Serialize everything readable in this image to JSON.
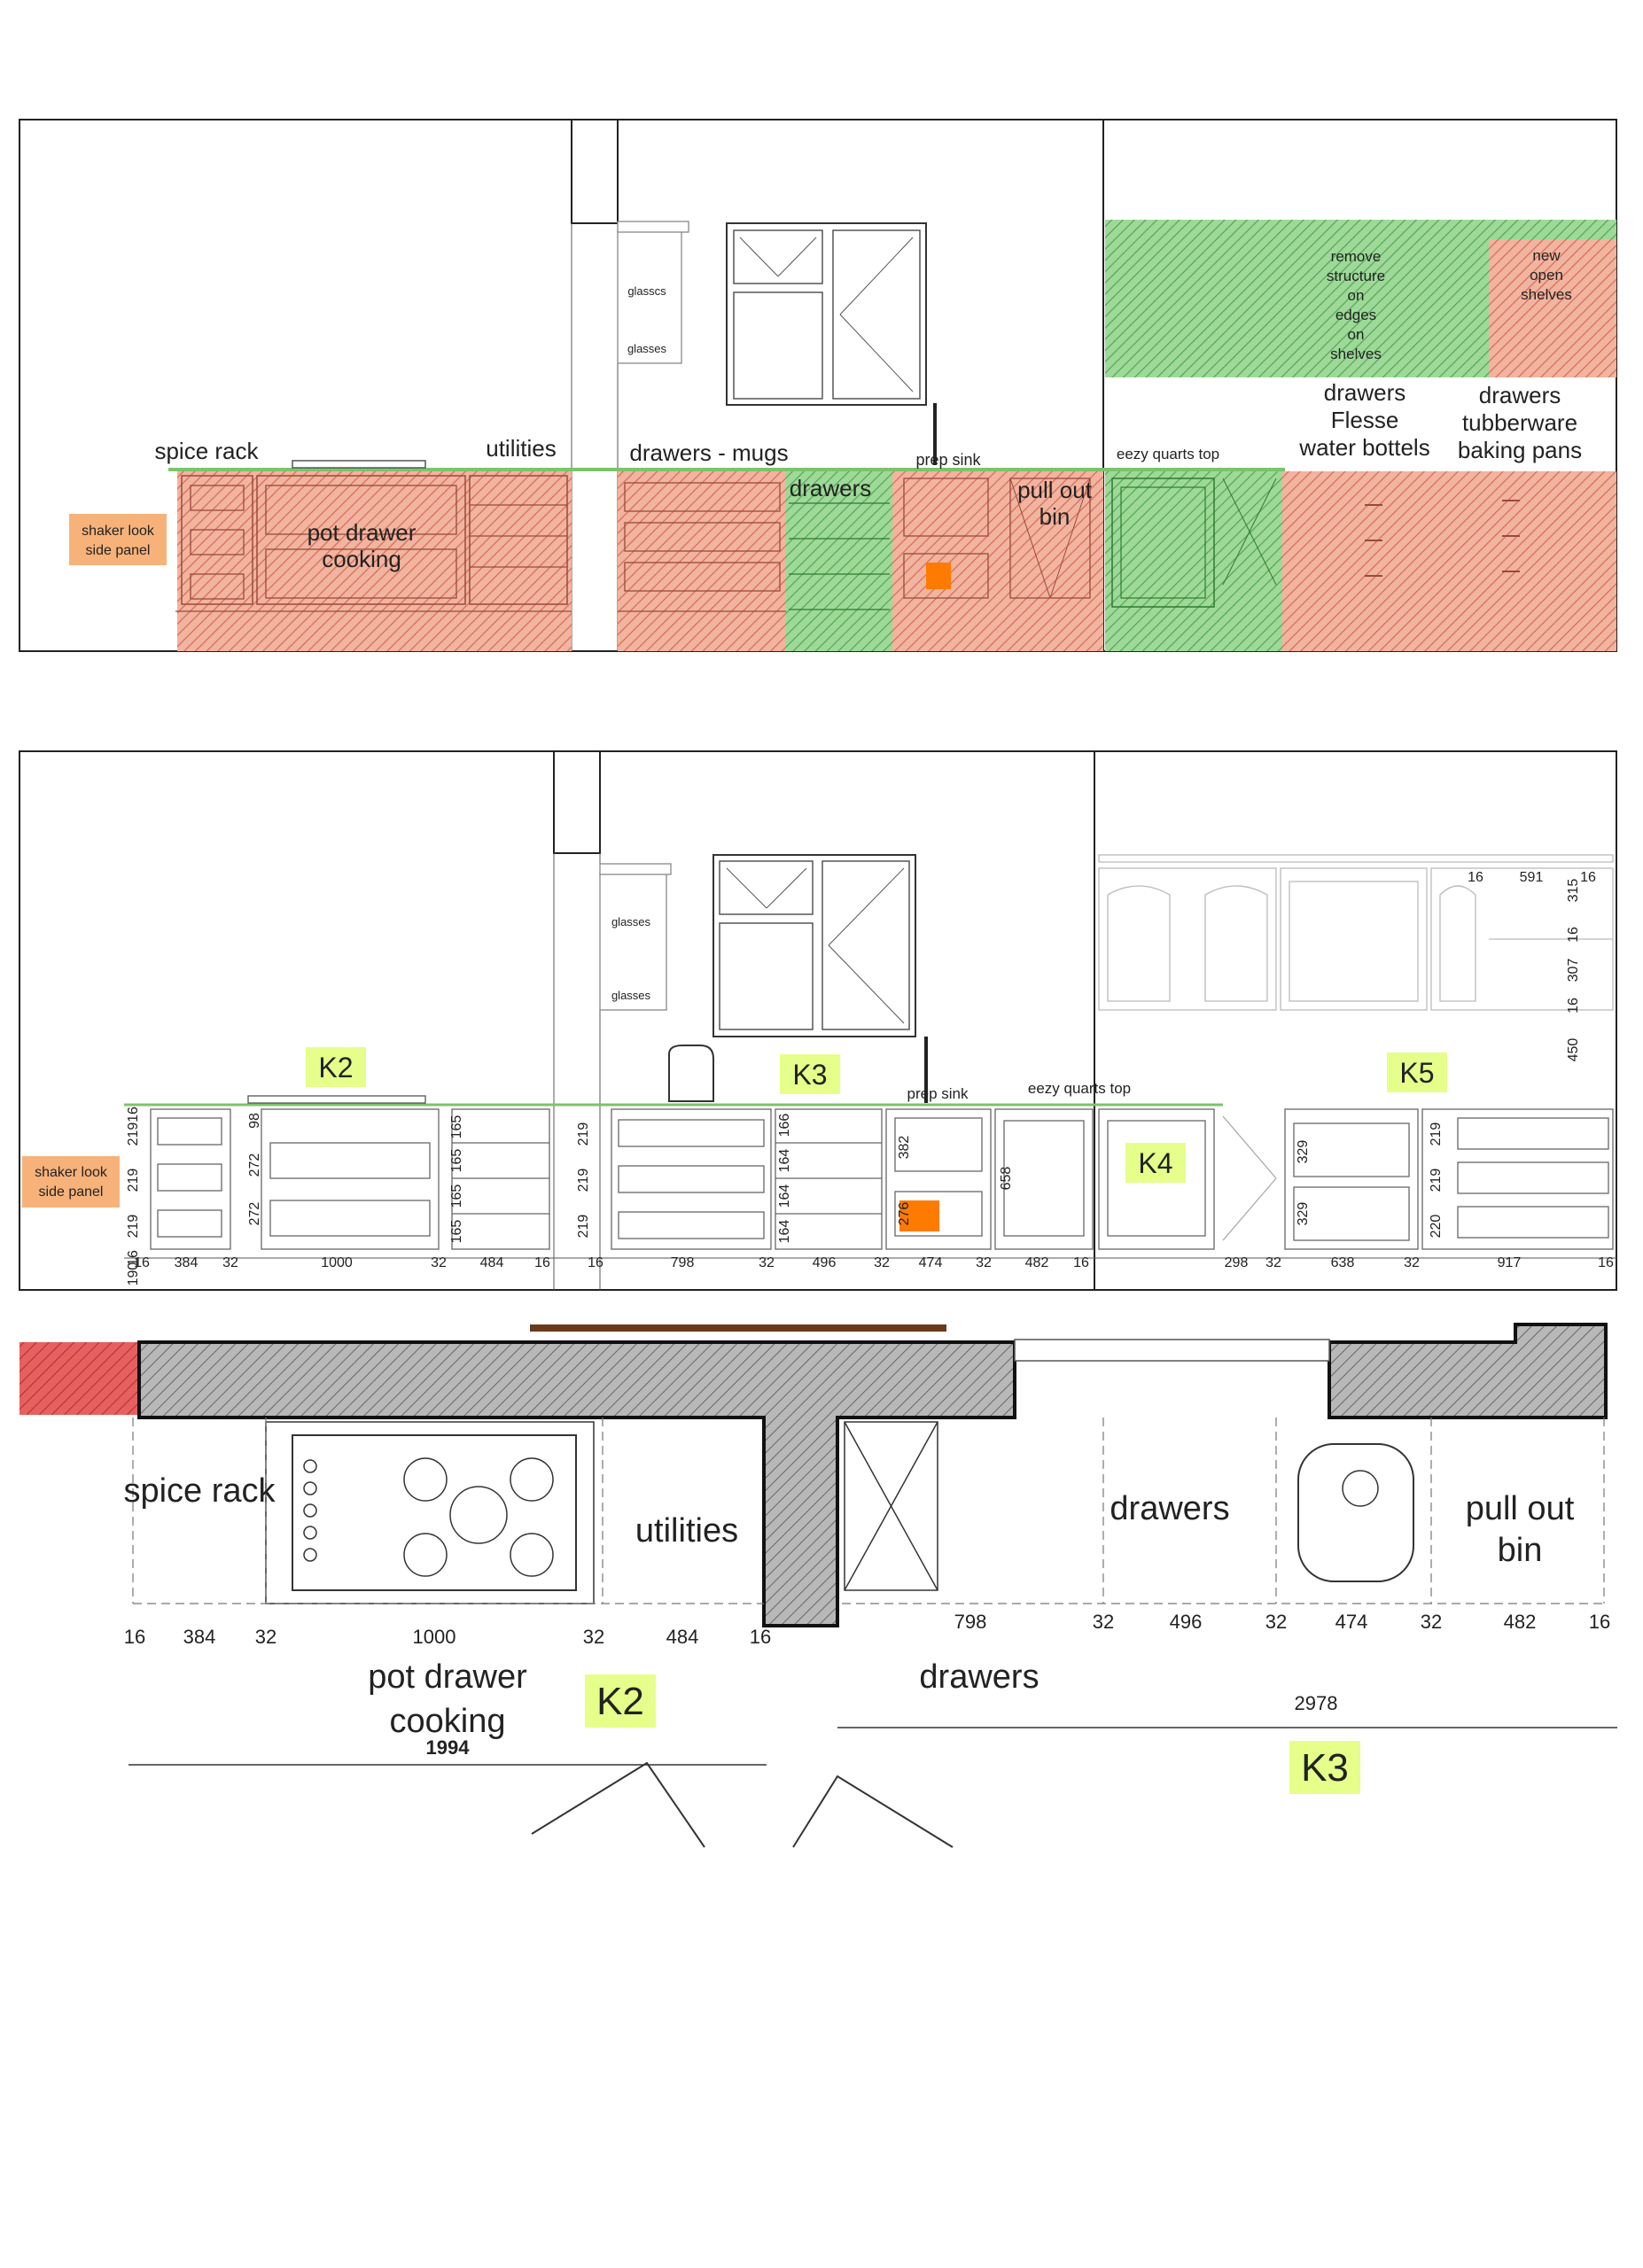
{
  "colors": {
    "red_hatch": "#e8967c",
    "green_hatch": "#6cc06c",
    "label_green": "#e5ff8a",
    "orange": "#ff7a00",
    "side_panel": "#f7b27a",
    "plan_red": "#e14545"
  },
  "elevation1": {
    "spice_rack": "spice rack",
    "utilities": "utilities",
    "pot_drawer_1": "pot drawer",
    "pot_drawer_2": "cooking",
    "side_panel_1": "shaker look",
    "side_panel_2": "side panel",
    "glasses_top": "glasscs",
    "glasses_bottom": "glasses",
    "drawers_mugs": "drawers - mugs",
    "drawers": "drawers",
    "prep_sink": "prep sink",
    "pull_out_1": "pull out",
    "pull_out_2": "bin",
    "eezy": "eezy quarts top",
    "remove_1": "remove",
    "remove_2": "structure",
    "remove_3": "on",
    "remove_4": "edges",
    "remove_5": "on",
    "remove_6": "shelves",
    "new_1": "new",
    "new_2": "open",
    "new_3": "shelves",
    "flesse_1": "drawers",
    "flesse_2": "Flesse",
    "flesse_3": "water bottels",
    "tubber_1": "drawers",
    "tubber_2": "tubberware",
    "tubber_3": "baking pans"
  },
  "elevation2": {
    "k2": "K2",
    "k3": "K3",
    "k4": "K4",
    "k5": "K5",
    "glasses_top": "glasses",
    "glasses_bottom": "glasses",
    "prep_sink": "prep sink",
    "eezy": "eezy quarts top",
    "side_panel_1": "shaker look",
    "side_panel_2": "side panel",
    "bottom_dims": [
      "16",
      "384",
      "32",
      "1000",
      "32",
      "484",
      "16",
      "16",
      "798",
      "32",
      "496",
      "32",
      "474",
      "32",
      "482",
      "16",
      "298",
      "32",
      "638",
      "32",
      "917",
      "16"
    ],
    "left_vdims": [
      "16",
      "219",
      "219",
      "219",
      "16",
      "190"
    ],
    "vdims_a": [
      "98",
      "272",
      "272"
    ],
    "vdims_b": [
      "165",
      "165",
      "165",
      "165"
    ],
    "vdims_c": [
      "219",
      "219",
      "219"
    ],
    "vdims_d": [
      "166",
      "164",
      "164",
      "164"
    ],
    "vdims_e": [
      "382",
      "276"
    ],
    "vdim_f": "658",
    "vdims_g": [
      "329",
      "329"
    ],
    "vdims_h": [
      "219",
      "219",
      "220"
    ],
    "shelf_top_dims": [
      "16",
      "591",
      "16"
    ],
    "shelf_vdims": [
      "315",
      "16",
      "307",
      "16",
      "450"
    ]
  },
  "plan": {
    "spice_rack": "spice rack",
    "utilities": "utilities",
    "pot_drawer_1": "pot drawer",
    "pot_drawer_2": "cooking",
    "drawers_top": "drawers",
    "drawers_bottom": "drawers",
    "pull_out_1": "pull out",
    "pull_out_2": "bin",
    "k2": "K2",
    "k3": "K3",
    "dims_left": [
      "16",
      "384",
      "32",
      "1000",
      "32",
      "484",
      "16"
    ],
    "dims_right": [
      "798",
      "32",
      "496",
      "32",
      "474",
      "32",
      "482",
      "16"
    ],
    "total_left": "1994",
    "total_right": "2978"
  }
}
